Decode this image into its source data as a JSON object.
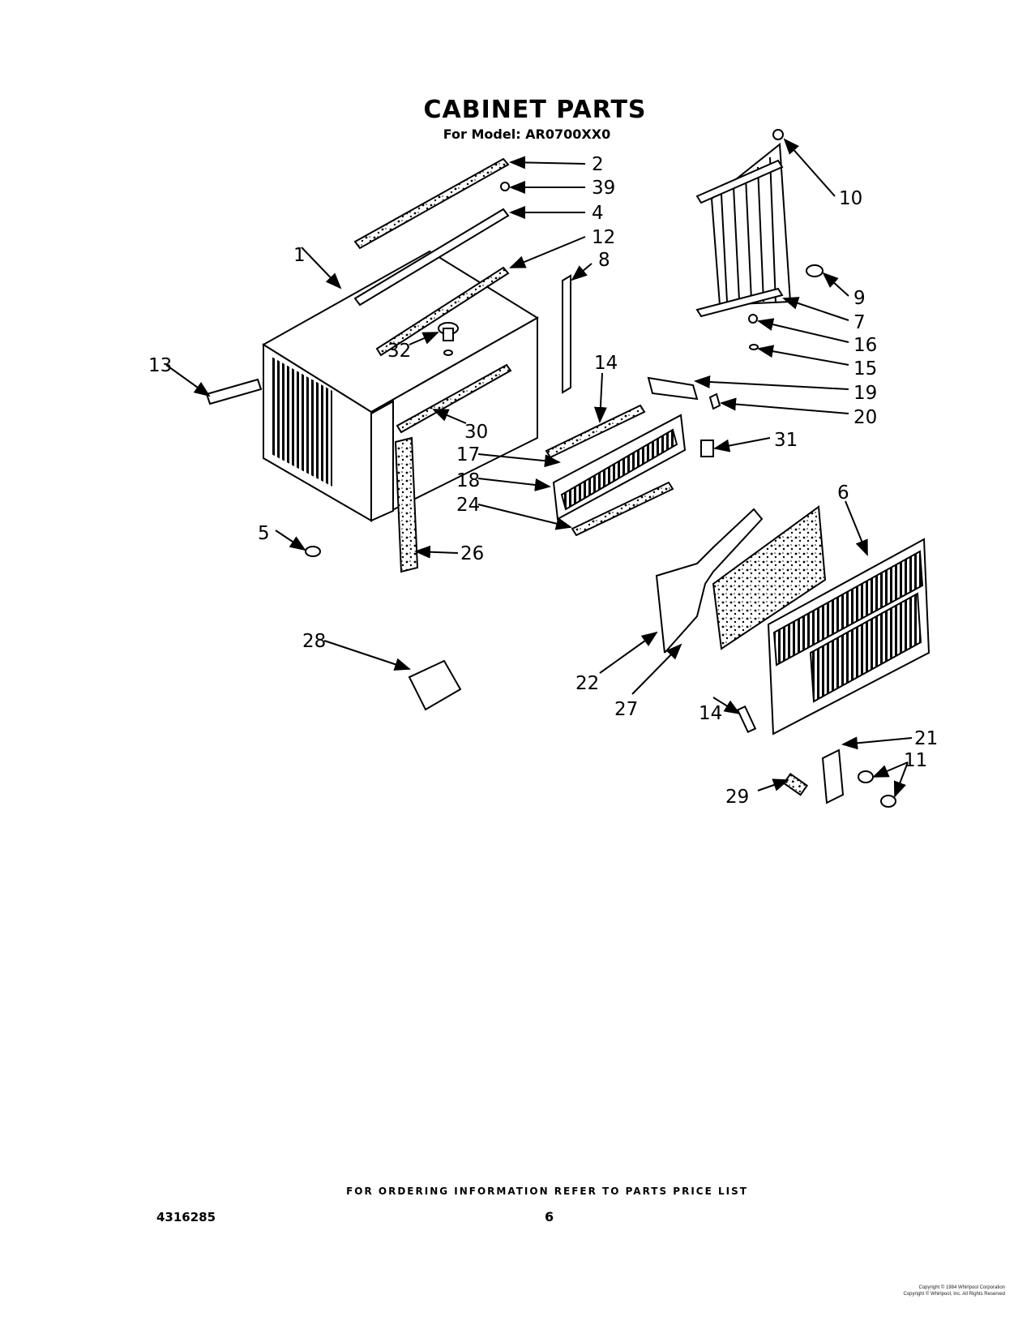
{
  "header": {
    "title": "CABINET PARTS",
    "model_line": "For Model: AR0700XX0"
  },
  "callouts": [
    "1",
    "2",
    "39",
    "4",
    "12",
    "8",
    "10",
    "9",
    "7",
    "16",
    "15",
    "19",
    "20",
    "31",
    "32",
    "13",
    "14",
    "30",
    "17",
    "18",
    "24",
    "5",
    "26",
    "28",
    "6",
    "22",
    "27",
    "14",
    "21",
    "11",
    "29"
  ],
  "footer": {
    "ordering_note": "FOR ORDERING INFORMATION REFER TO PARTS PRICE LIST",
    "part_number": "4316285",
    "page_number": "6",
    "copyright_line1": "Copyright © 1984 Whirlpool Corporation",
    "copyright_line2": "Copyright © Whirlpool, Inc. All Rights Reserved"
  }
}
